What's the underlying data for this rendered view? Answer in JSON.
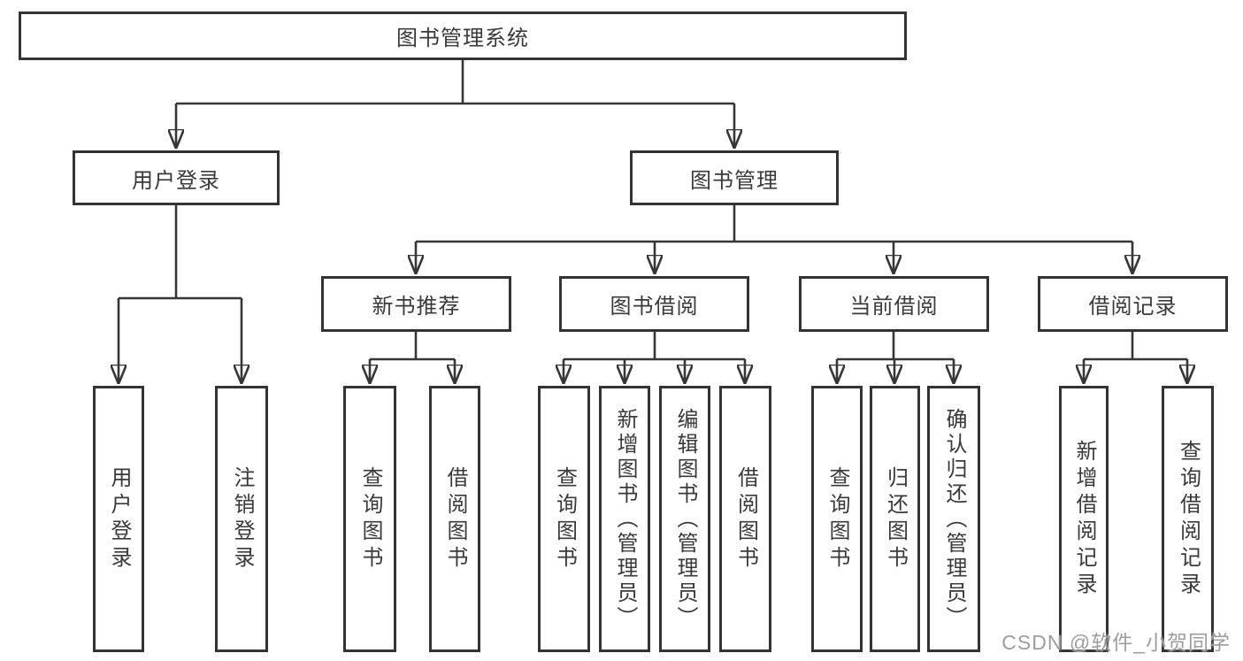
{
  "diagram": {
    "title": "图书管理系统",
    "type": "hierarchy-tree"
  },
  "tree": {
    "label": "图书管理系统",
    "children": [
      {
        "label": "用户登录",
        "children": [
          {
            "label": "用户登录"
          },
          {
            "label": "注销登录"
          }
        ]
      },
      {
        "label": "图书管理",
        "children": [
          {
            "label": "新书推荐",
            "children": [
              {
                "label": "查询图书"
              },
              {
                "label": "借阅图书"
              }
            ]
          },
          {
            "label": "图书借阅",
            "children": [
              {
                "label": "查询图书"
              },
              {
                "label": "新增图书（管理员）"
              },
              {
                "label": "编辑图书（管理员）"
              },
              {
                "label": "借阅图书"
              }
            ]
          },
          {
            "label": "当前借阅",
            "children": [
              {
                "label": "查询图书"
              },
              {
                "label": "归还图书"
              },
              {
                "label": "确认归还（管理员）"
              }
            ]
          },
          {
            "label": "借阅记录",
            "children": [
              {
                "label": "新增借阅记录"
              },
              {
                "label": "查询借阅记录"
              }
            ]
          }
        ]
      }
    ]
  },
  "watermark": {
    "text": "CSDN @软件_小贺同学"
  },
  "colors": {
    "line": "#363636",
    "border": "#333333",
    "text": "#3a3a3a",
    "watermark": "#9d9d9d",
    "background": "#ffffff"
  }
}
